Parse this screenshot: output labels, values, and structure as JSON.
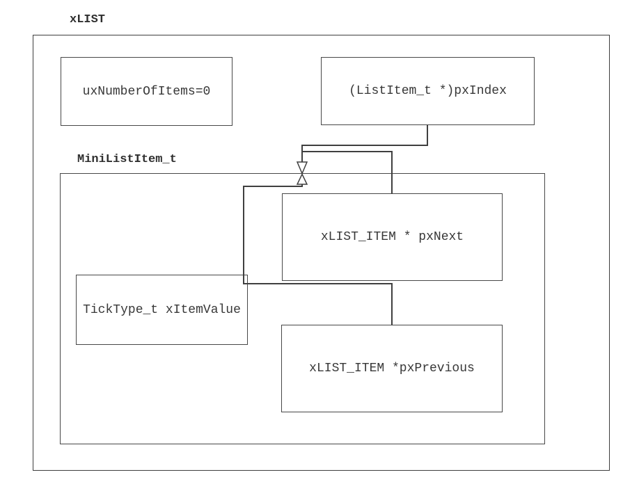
{
  "diagram": {
    "outer_struct_label": "xLIST",
    "inner_struct_label": "MiniListItem_t",
    "boxes": {
      "ux_number_of_items": "uxNumberOfItems=0",
      "px_index": "(ListItem_t *)pxIndex",
      "px_next": "xLIST_ITEM * pxNext",
      "x_item_value": "TickType_t xItemValue",
      "px_previous": "xLIST_ITEM *pxPrevious"
    },
    "colors": {
      "background": "#ffffff",
      "connector_line": "#3f3f3f",
      "box_border": "#474747",
      "text": "#383838"
    }
  }
}
